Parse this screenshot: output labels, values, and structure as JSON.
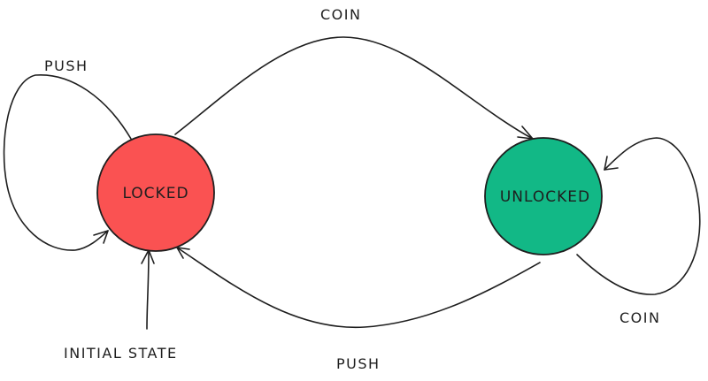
{
  "colors": {
    "stroke": "#1e1e1e",
    "locked_fill": "#fa5252",
    "unlocked_fill": "#12b886"
  },
  "states": {
    "locked": {
      "label": "LOCKED"
    },
    "unlocked": {
      "label": "UNLOCKED"
    }
  },
  "transitions": {
    "locked_push_self": {
      "from": "LOCKED",
      "to": "LOCKED",
      "label": "PUSH"
    },
    "locked_to_unlocked": {
      "from": "LOCKED",
      "to": "UNLOCKED",
      "label": "COIN"
    },
    "unlocked_coin_self": {
      "from": "UNLOCKED",
      "to": "UNLOCKED",
      "label": "COIN"
    },
    "unlocked_to_locked": {
      "from": "UNLOCKED",
      "to": "LOCKED",
      "label": "PUSH"
    }
  },
  "initial": {
    "label": "INITIAL STATE",
    "target": "LOCKED"
  }
}
